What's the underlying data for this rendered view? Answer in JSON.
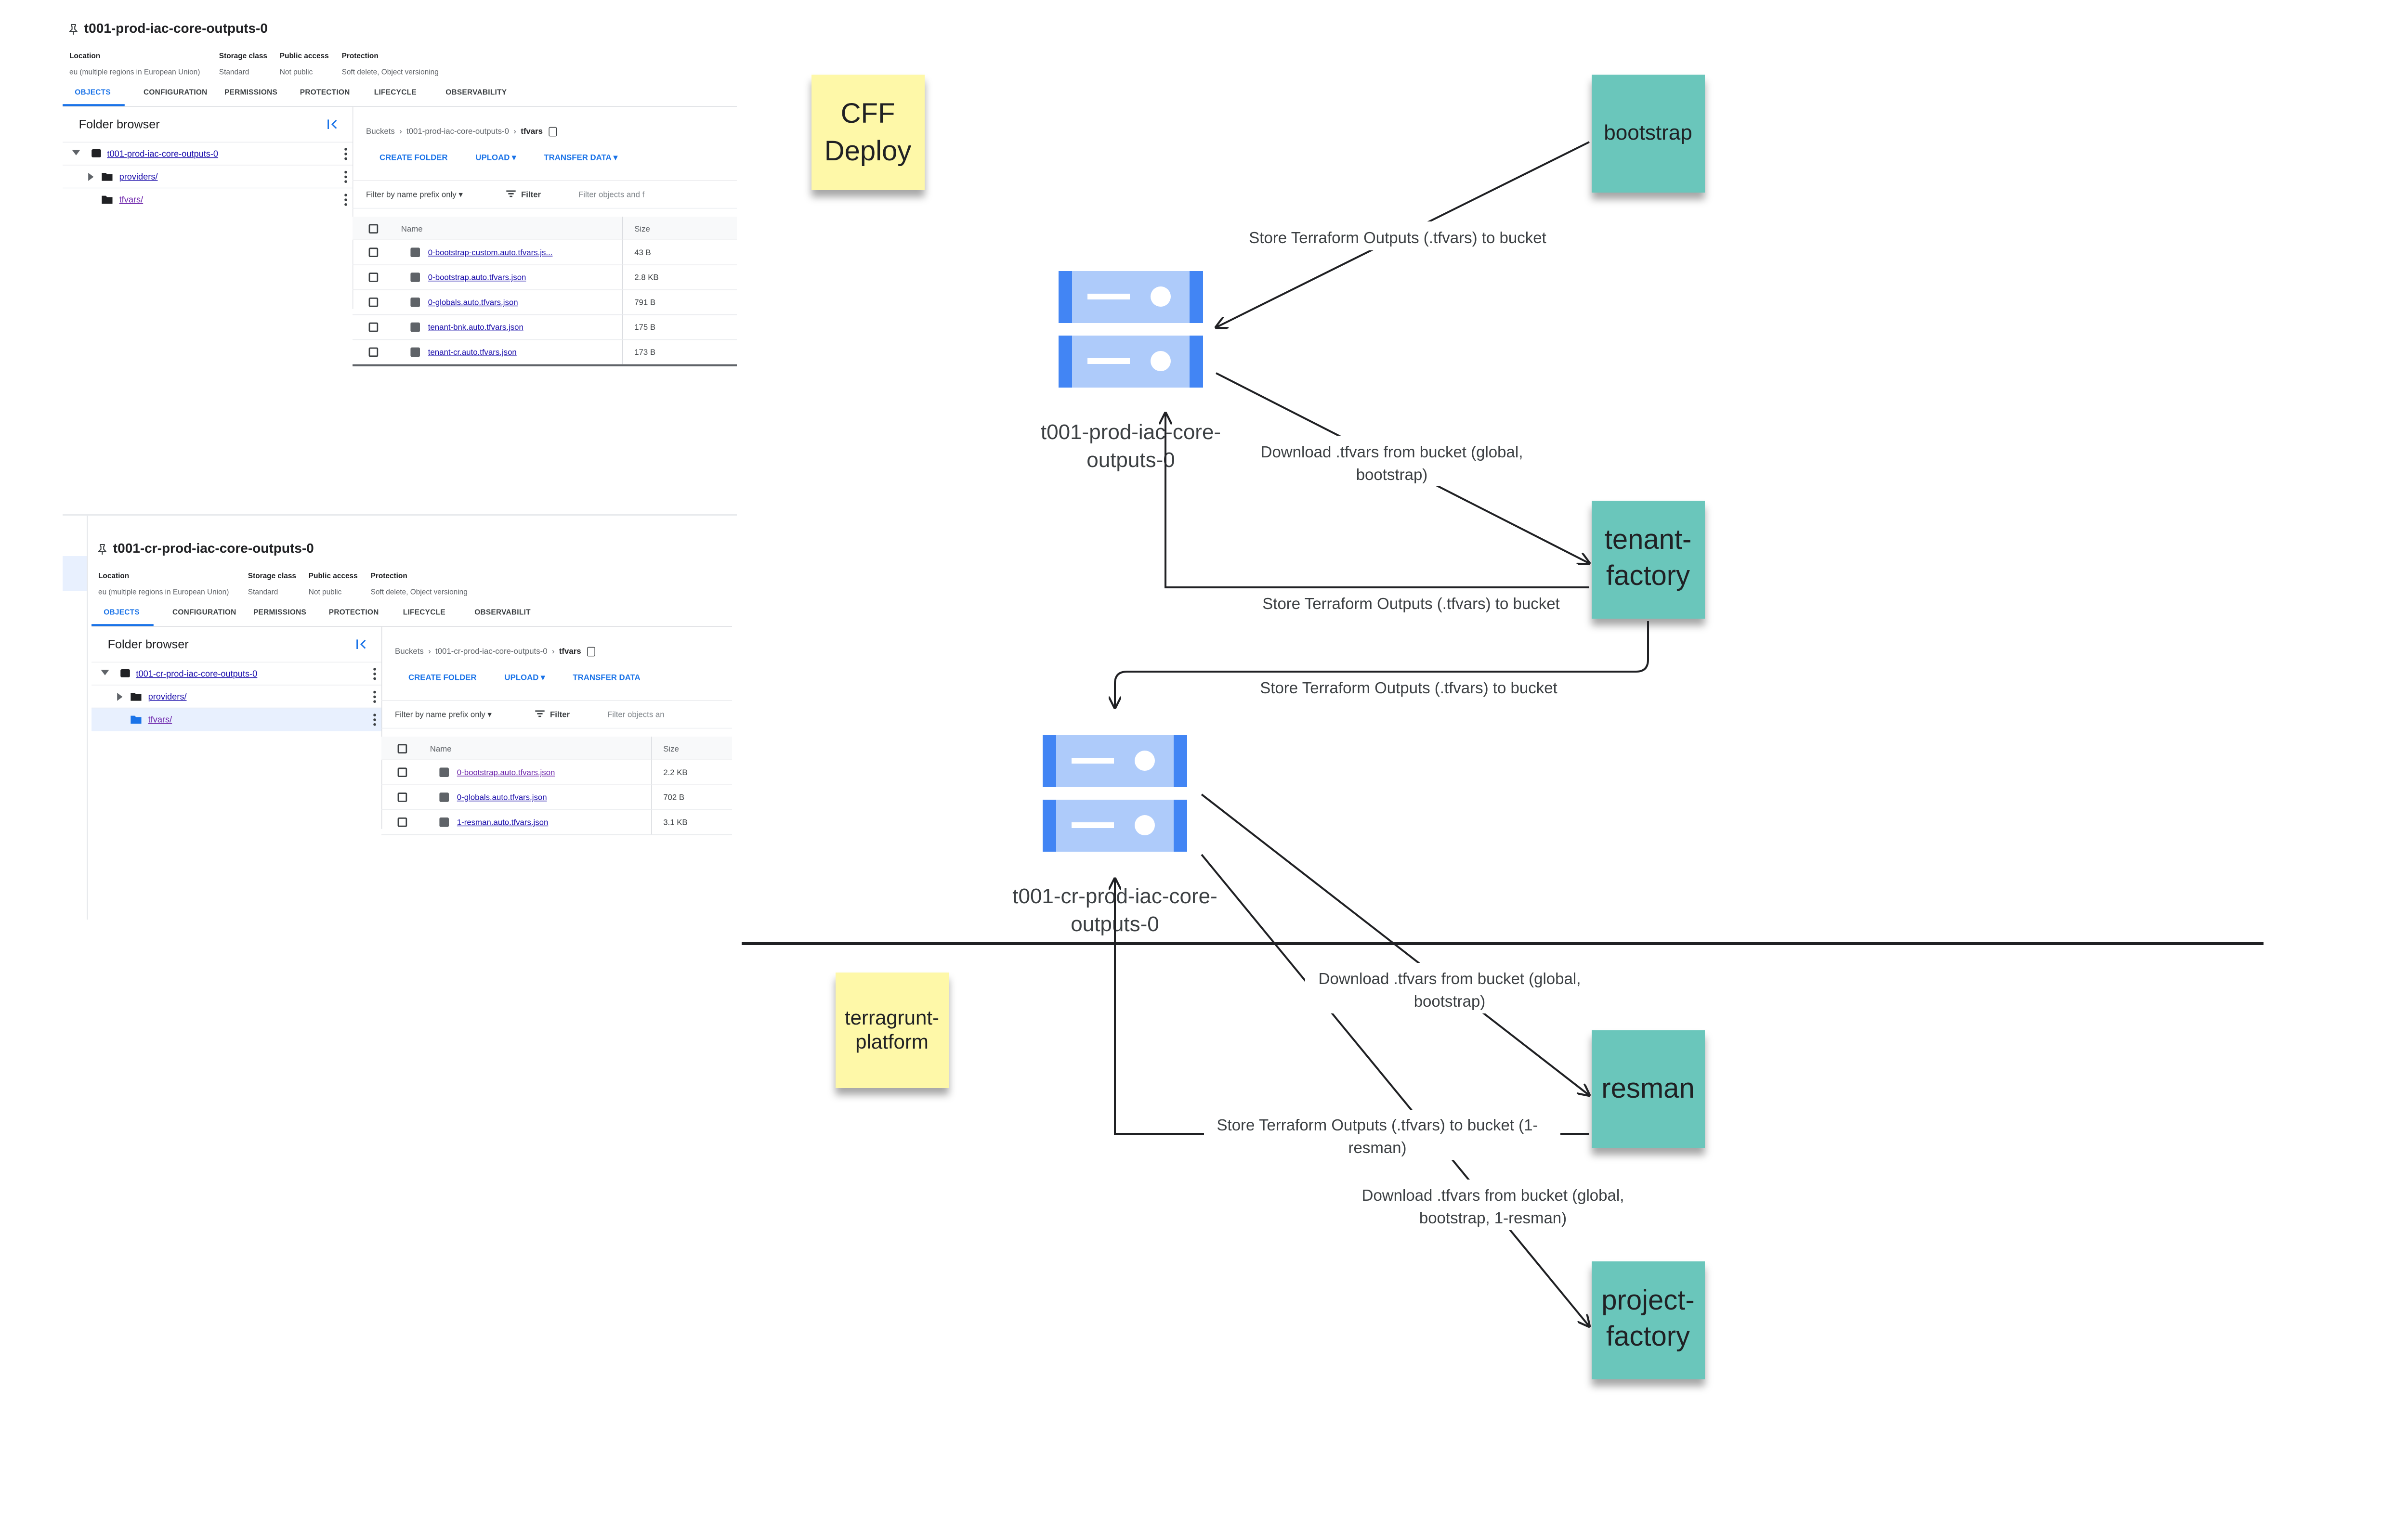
{
  "buckets_ui": [
    {
      "title": "t001-prod-iac-core-outputs-0",
      "meta": [
        {
          "label": "Location",
          "value": "eu (multiple regions in European Union)"
        },
        {
          "label": "Storage class",
          "value": "Standard"
        },
        {
          "label": "Public access",
          "value": "Not public"
        },
        {
          "label": "Protection",
          "value": "Soft delete, Object versioning"
        }
      ],
      "tabs": [
        "OBJECTS",
        "CONFIGURATION",
        "PERMISSIONS",
        "PROTECTION",
        "LIFECYCLE",
        "OBSERVABILITY"
      ],
      "folder_browser_title": "Folder browser",
      "tree": [
        {
          "label": "t001-prod-iac-core-outputs-0"
        },
        {
          "label": "providers/"
        },
        {
          "label": "tfvars/"
        }
      ],
      "breadcrumbs": {
        "root": "Buckets",
        "bucket": "t001-prod-iac-core-outputs-0",
        "folder": "tfvars"
      },
      "actions": [
        "CREATE FOLDER",
        "UPLOAD ▾",
        "TRANSFER DATA ▾"
      ],
      "filter": {
        "prefix": "Filter by name prefix only ▾",
        "label": "Filter",
        "placeholder": "Filter objects and f"
      },
      "columns": {
        "name": "Name",
        "size": "Size"
      },
      "files": [
        {
          "name": "0-bootstrap-custom.auto.tfvars.js...",
          "size": "43 B"
        },
        {
          "name": "0-bootstrap.auto.tfvars.json",
          "size": "2.8 KB"
        },
        {
          "name": "0-globals.auto.tfvars.json",
          "size": "791 B"
        },
        {
          "name": "tenant-bnk.auto.tfvars.json",
          "size": "175 B"
        },
        {
          "name": "tenant-cr.auto.tfvars.json",
          "size": "173 B"
        }
      ]
    },
    {
      "title": "t001-cr-prod-iac-core-outputs-0",
      "meta": [
        {
          "label": "Location",
          "value": "eu (multiple regions in European Union)"
        },
        {
          "label": "Storage class",
          "value": "Standard"
        },
        {
          "label": "Public access",
          "value": "Not public"
        },
        {
          "label": "Protection",
          "value": "Soft delete, Object versioning"
        }
      ],
      "tabs": [
        "OBJECTS",
        "CONFIGURATION",
        "PERMISSIONS",
        "PROTECTION",
        "LIFECYCLE",
        "OBSERVABILIT"
      ],
      "folder_browser_title": "Folder browser",
      "tree": [
        {
          "label": "t001-cr-prod-iac-core-outputs-0"
        },
        {
          "label": "providers/"
        },
        {
          "label": "tfvars/"
        }
      ],
      "breadcrumbs": {
        "root": "Buckets",
        "bucket": "t001-cr-prod-iac-core-outputs-0",
        "folder": "tfvars"
      },
      "actions": [
        "CREATE FOLDER",
        "UPLOAD ▾",
        "TRANSFER DATA"
      ],
      "filter": {
        "prefix": "Filter by name prefix only ▾",
        "label": "Filter",
        "placeholder": "Filter objects an"
      },
      "columns": {
        "name": "Name",
        "size": "Size"
      },
      "files": [
        {
          "name": "0-bootstrap.auto.tfvars.json",
          "size": "2.2 KB"
        },
        {
          "name": "0-globals.auto.tfvars.json",
          "size": "702 B"
        },
        {
          "name": "1-resman.auto.tfvars.json",
          "size": "3.1 KB"
        }
      ]
    }
  ],
  "diagram": {
    "sticky_notes": {
      "cff_deploy": [
        "CFF",
        "Deploy"
      ],
      "bootstrap": [
        "bootstrap"
      ],
      "tenant_factory": [
        "tenant-",
        "factory"
      ],
      "terragrunt_platform": [
        "terragrunt-",
        "platform"
      ],
      "resman": [
        "resman"
      ],
      "project_factory": [
        "project-",
        "factory"
      ]
    },
    "buckets": {
      "prod": [
        "t001-prod-iac-core-",
        "outputs-0"
      ],
      "cr": [
        "t001-cr-prod-iac-core-",
        "outputs-0"
      ]
    },
    "edge_labels": {
      "e1": [
        "Store Terraform Outputs (.tfvars) to bucket"
      ],
      "e2": [
        "Download .tfvars from bucket (global,",
        "bootstrap)"
      ],
      "e3": [
        "Store Terraform Outputs (.tfvars) to bucket"
      ],
      "e4": [
        "Store Terraform Outputs (.tfvars) to bucket"
      ],
      "e5": [
        "Download .tfvars from bucket (global,",
        "bootstrap)"
      ],
      "e6": [
        "Store Terraform Outputs (.tfvars) to bucket (1-",
        "resman)"
      ],
      "e7": [
        "Download .tfvars from bucket (global,",
        "bootstrap, 1-resman)"
      ]
    },
    "colors": {
      "sticky_yellow": "#fef8a8",
      "sticky_teal": "#6bc6bb",
      "bucket_blue": "#aecbfa",
      "bucket_dark": "#4285f4",
      "link": "#1a0dab",
      "accent": "#1a73e8"
    }
  }
}
